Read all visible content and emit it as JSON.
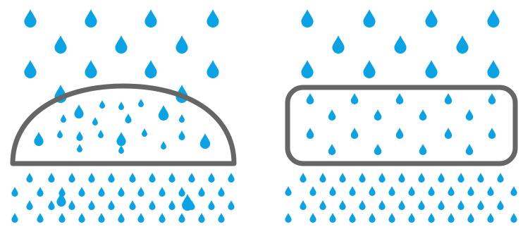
{
  "colors": {
    "drop": "#0aa3e6",
    "outline": "#666666",
    "background": "#ffffff"
  },
  "panels": [
    {
      "name": "dome-panel",
      "shape": "dome",
      "shape_name": "dome-shape"
    },
    {
      "name": "rectangle-panel",
      "shape": "rounded-rectangle",
      "shape_name": "rounded-rectangle-shape"
    }
  ]
}
